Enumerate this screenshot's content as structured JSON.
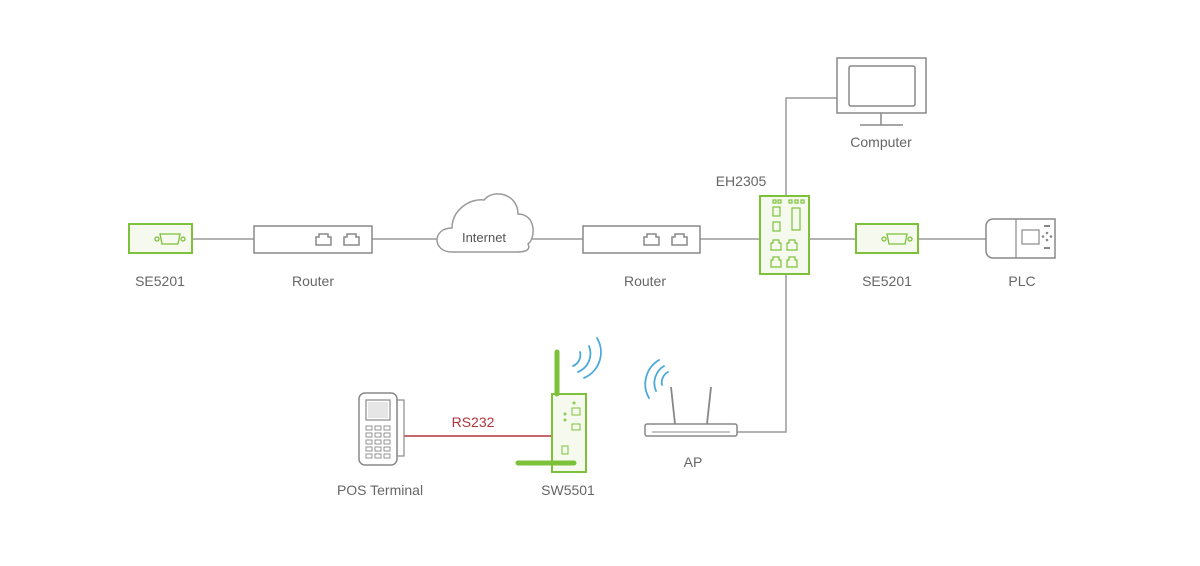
{
  "labels": {
    "se5201_left": "SE5201",
    "router_left": "Router",
    "internet": "Internet",
    "router_right": "Router",
    "eh2305": "EH2305",
    "computer": "Computer",
    "se5201_right": "SE5201",
    "plc": "PLC",
    "pos_terminal": "POS Terminal",
    "rs232": "RS232",
    "sw5501": "SW5501",
    "ap": "AP"
  },
  "colors": {
    "device_green": "#7dc13b",
    "device_fill": "#f6faee",
    "line_gray": "#9a9a9a",
    "outline_gray": "#888888",
    "rs232_red": "#b0343c",
    "wifi_blue": "#4aa9dc"
  },
  "icons": {
    "ethernet_port": "ethernet-port-icon",
    "serial_port": "serial-db9-icon",
    "wifi": "wifi-waves-icon",
    "cloud": "cloud-icon",
    "monitor": "monitor-icon"
  }
}
